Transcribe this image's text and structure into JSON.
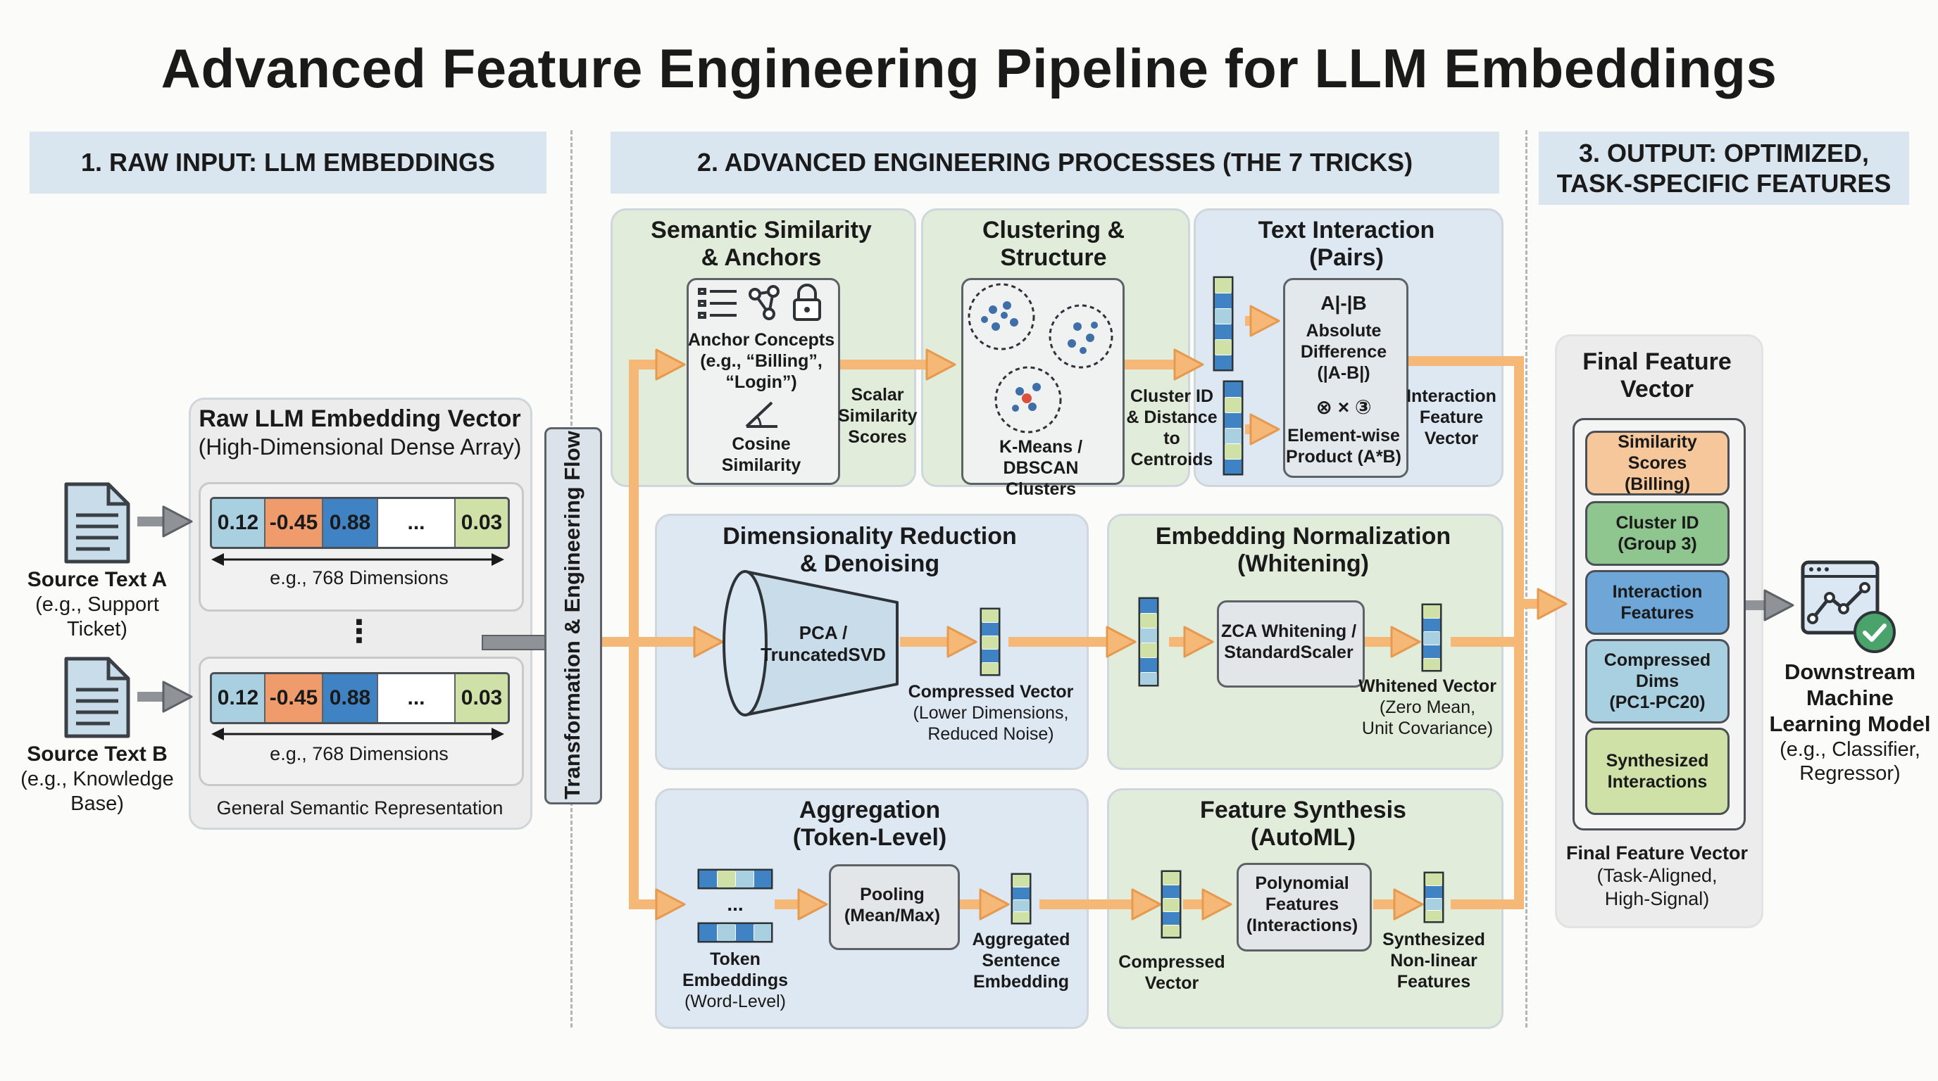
{
  "title": "Advanced Feature Engineering Pipeline for LLM Embeddings",
  "sections": {
    "input": "1. RAW INPUT: LLM EMBEDDINGS",
    "processes": "2. ADVANCED ENGINEERING PROCESSES (THE 7 TRICKS)",
    "output_line1": "3. OUTPUT: OPTIMIZED,",
    "output_line2": "TASK-SPECIFIC FEATURES"
  },
  "sources": {
    "a_title": "Source Text A",
    "a_sub1": "(e.g., Support",
    "a_sub2": "Ticket)",
    "b_title": "Source Text B",
    "b_sub1": "(e.g., Knowledge",
    "b_sub2": "Base)"
  },
  "raw_vector": {
    "title": "Raw LLM Embedding Vector",
    "subtitle": "(High-Dimensional Dense Array)",
    "values": [
      "0.12",
      "-0.45",
      "0.88",
      "...",
      "0.03"
    ],
    "dims": "e.g., 768 Dimensions",
    "vdots": "⋮",
    "caption": "General Semantic Representation"
  },
  "flow_label": "Transformation & Engineering Flow",
  "semantic": {
    "title1": "Semantic Similarity",
    "title2": "& Anchors",
    "anchor1": "Anchor Concepts",
    "anchor2": "(e.g., “Billing”,",
    "anchor3": "“Login”)",
    "cos1": "Cosine",
    "cos2": "Similarity",
    "out1": "Scalar",
    "out2": "Similarity",
    "out3": "Scores"
  },
  "clustering": {
    "title1": "Clustering &",
    "title2": "Structure",
    "algo1": "K-Means / DBSCAN",
    "algo2": "Clusters",
    "out1": "Cluster ID",
    "out2": "& Distance",
    "out3": "to Centroids"
  },
  "interaction": {
    "title1": "Text Interaction",
    "title2": "(Pairs)",
    "sym": "A|-|B",
    "abs1": "Absolute",
    "abs2": "Difference",
    "abs3": "(|A-B|)",
    "ops": "⊗ × ③",
    "prod1": "Element-wise",
    "prod2": "Product (A*B)",
    "out1": "Interaction",
    "out2": "Feature",
    "out3": "Vector"
  },
  "dimred": {
    "title1": "Dimensionality Reduction",
    "title2": "& Denoising",
    "method1": "PCA /",
    "method2": "TruncatedSVD",
    "out_title": "Compressed Vector",
    "out_sub1": "(Lower Dimensions,",
    "out_sub2": "Reduced Noise)"
  },
  "normalization": {
    "title1": "Embedding Normalization",
    "title2": "(Whitening)",
    "method1": "ZCA Whitening /",
    "method2": "StandardScaler",
    "out_title": "Whitened Vector",
    "out_sub1": "(Zero Mean,",
    "out_sub2": "Unit Covariance)"
  },
  "aggregation": {
    "title1": "Aggregation",
    "title2": "(Token-Level)",
    "dots": "...",
    "tok1": "Token",
    "tok2": "Embeddings",
    "tok3": "(Word-Level)",
    "pool1": "Pooling",
    "pool2": "(Mean/Max)",
    "out1": "Aggregated",
    "out2": "Sentence",
    "out3": "Embedding"
  },
  "synthesis": {
    "title1": "Feature Synthesis",
    "title2": "(AutoML)",
    "in1": "Compressed",
    "in2": "Vector",
    "method1": "Polynomial",
    "method2": "Features",
    "method3": "(Interactions)",
    "out1": "Synthesized",
    "out2": "Non-linear",
    "out3": "Features"
  },
  "final": {
    "title1": "Final Feature",
    "title2": "Vector",
    "items": [
      [
        "Similarity Scores",
        "(Billing)"
      ],
      [
        "Cluster ID",
        "(Group 3)"
      ],
      [
        "Interaction",
        "Features"
      ],
      [
        "Compressed Dims",
        "(PC1-PC20)"
      ],
      [
        "Synthesized",
        "Interactions"
      ]
    ],
    "caption1": "Final Feature Vector",
    "caption2": "(Task-Aligned,",
    "caption3": "High-Signal)"
  },
  "downstream": {
    "line1": "Downstream",
    "line2": "Machine",
    "line3": "Learning Model",
    "line4": "(e.g., Classifier,",
    "line5": "Regressor)"
  },
  "colors": {
    "arrow": "#f6b877",
    "arrow_stroke": "#e59a4f",
    "header_bg": "#d9e5ef",
    "green_panel": "#e2ecda",
    "blue_panel": "#dde8f2",
    "cell_blue": "#a9d0e1",
    "cell_orange": "#ef9b6c",
    "cell_darkblue": "#3f83c4",
    "cell_green": "#cfe1a7"
  },
  "icons": [
    "document-icon",
    "list-icon",
    "graph-icon",
    "lock-icon",
    "angle-icon",
    "cluster-icon",
    "funnel-icon",
    "chart-icon",
    "check-icon"
  ]
}
